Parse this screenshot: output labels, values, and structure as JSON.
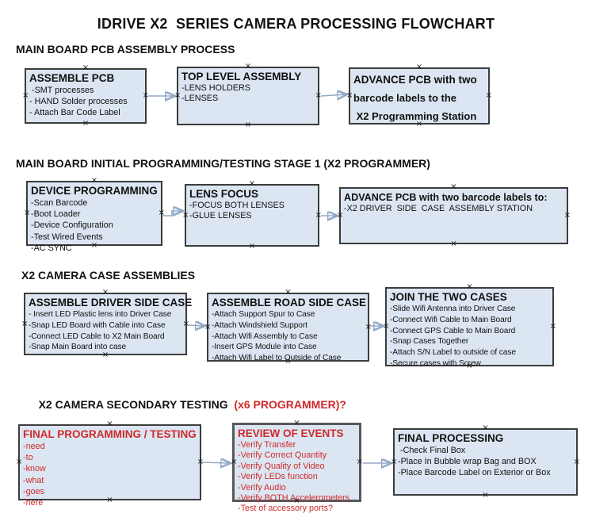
{
  "title": "IDRIVE X2  SERIES CAMERA PROCESSING FLOWCHART",
  "sections": [
    {
      "heading": "MAIN BOARD PCB ASSEMBLY PROCESS",
      "boxes": [
        {
          "title": "ASSEMBLE PCB",
          "items": [
            " -SMT processes",
            "- HAND Solder processes",
            "- Attach Bar Code Label"
          ]
        },
        {
          "title": "TOP LEVEL ASSEMBLY",
          "items": [
            "-LENS HOLDERS",
            "-LENSES"
          ]
        },
        {
          "title": "ADVANCE PCB with two",
          "items": [
            "barcode labels to the",
            " X2 Programming Station"
          ]
        }
      ]
    },
    {
      "heading": "MAIN BOARD INITIAL PROGRAMMING/TESTING STAGE 1 (X2 PROGRAMMER)",
      "boxes": [
        {
          "title": "DEVICE PROGRAMMING",
          "items": [
            "-Scan Barcode",
            "-Boot Loader",
            "-Device Configuration",
            "-Test Wired Events",
            "-AC SYNC"
          ]
        },
        {
          "title": "LENS FOCUS",
          "items": [
            "-FOCUS BOTH LENSES",
            "-GLUE LENSES"
          ]
        },
        {
          "title": "ADVANCE PCB with two barcode labels to:",
          "items": [
            "-X2 DRIVER  SIDE  CASE  ASSEMBLY STATION"
          ]
        }
      ]
    },
    {
      "heading": "X2 CAMERA CASE ASSEMBLIES",
      "boxes": [
        {
          "title": "ASSEMBLE DRIVER SIDE CASE",
          "items": [
            "- Insert LED Plastic lens into Driver Case",
            "-Snap LED Board with Cable into Case",
            "-Connect LED Cable to X2 Main Board",
            "-Snap Main Board into case"
          ]
        },
        {
          "title": "ASSEMBLE ROAD SIDE CASE",
          "items": [
            "-Attach Support Spur to Case",
            "-Attach Windshield Support",
            "-Attach Wifi Assembly to Case",
            "-Insert GPS Module into Case",
            "-Attach Wifi Label to Outside of Case"
          ]
        },
        {
          "title": "JOIN THE TWO CASES",
          "items": [
            "-Slide Wifi Antenna into Driver Case",
            "-Connect Wifi Cable to Main Board",
            "-Connect GPS Cable to Main Board",
            "-Snap Cases Together",
            "-Attach S/N Label to outside of case",
            "-Secure cases with Screw"
          ]
        }
      ]
    },
    {
      "heading_black": "X2 CAMERA SECONDARY TESTING  ",
      "heading_red": "(x6 PROGRAMMER)?",
      "boxes": [
        {
          "title": "FINAL PROGRAMMING / TESTING",
          "items": [
            "-need",
            "-to",
            "-know",
            "-what",
            "-goes",
            "-here"
          ]
        },
        {
          "title": "REVIEW OF EVENTS",
          "items": [
            "-Verify Transfer",
            "-Verify Correct Quantity",
            "-Verify Quality of Video",
            "-Verify LEDs function",
            "-Verify Audio",
            "-Verify BOTH Accelerometers",
            "-Test of accessory ports?"
          ]
        },
        {
          "title": "FINAL PROCESSING",
          "items": [
            " -Check Final Box",
            "-Place In Bubble wrap Bag and BOX",
            "-Place Barcode Label on Exterior or Box"
          ]
        }
      ]
    }
  ],
  "connectors": [
    {
      "from": "assemble-pcb",
      "to": "top-level-assembly"
    },
    {
      "from": "top-level-assembly",
      "to": "advance-pcb-programming-station"
    },
    {
      "from": "device-programming",
      "to": "lens-focus"
    },
    {
      "from": "lens-focus",
      "to": "advance-pcb-driver-side"
    },
    {
      "from": "assemble-driver-side-case",
      "to": "assemble-road-side-case"
    },
    {
      "from": "assemble-road-side-case",
      "to": "join-the-two-cases"
    },
    {
      "from": "final-programming-testing",
      "to": "review-of-events"
    },
    {
      "from": "review-of-events",
      "to": "final-processing"
    }
  ],
  "colors": {
    "box_fill": "#dce6f2",
    "box_border": "#3c3c3c",
    "red_text": "#cf2a2a",
    "arrow_line": "#92a9c7",
    "arrow_head": "#4668a0",
    "handle": "#1a1a1a"
  }
}
